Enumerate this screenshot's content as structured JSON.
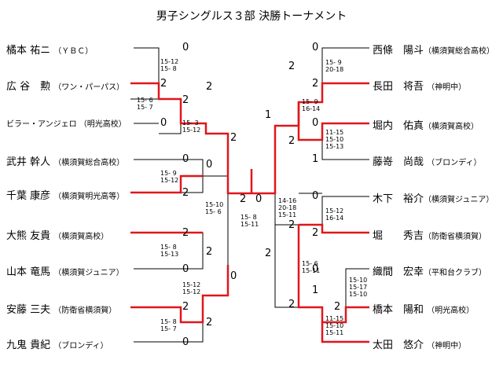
{
  "title": "男子シングルス３部 決勝トーナメント",
  "left_players": [
    {
      "name": "橘本 祐ニ",
      "aff": "（ＹＢＣ）"
    },
    {
      "name": "広 谷　勲",
      "aff": "（ワン・パーパス）"
    },
    {
      "name": "ビラー・アンジェロ",
      "aff": "（明光高校）"
    },
    {
      "name": "武井 幹人",
      "aff": "（横須賀総合高校）"
    },
    {
      "name": "千葉 康彦",
      "aff": "（横須賀明光高等）"
    },
    {
      "name": "大熊 友貴",
      "aff": "（横須賀高校）"
    },
    {
      "name": "山本 竜馬",
      "aff": "（横須賀ジュニア）"
    },
    {
      "name": "安藤 三夫",
      "aff": "（防衛省横須賀）"
    },
    {
      "name": "九鬼 貴紀",
      "aff": "（ブロンディ）"
    }
  ],
  "right_players": [
    {
      "name": "西條　陽斗",
      "aff": "（横須賀総合高校）"
    },
    {
      "name": "長田　将吾",
      "aff": "（神明中）"
    },
    {
      "name": "堀内　佑真",
      "aff": "（横須賀高校）"
    },
    {
      "name": "藤嵜　尚哉",
      "aff": "（ブロンディ）"
    },
    {
      "name": "木下　裕介",
      "aff": "（横須賀ジュニア）"
    },
    {
      "name": "堀　　秀吉",
      "aff": "（防衛省横須賀）"
    },
    {
      "name": "織間　宏幸",
      "aff": "（平和台クラブ）"
    },
    {
      "name": "橋本　陽和",
      "aff": "（明光高校）"
    },
    {
      "name": "太田　悠介",
      "aff": "（神明中）"
    }
  ],
  "scores": {
    "l1a": "0",
    "l1b": "2",
    "l2a": "2",
    "l2b": "0",
    "l3a": "2",
    "l3b": "0",
    "l4a": "0",
    "l4b": "2",
    "l5a": "2",
    "l5b": "0",
    "l6a": "2",
    "l6b": "2",
    "l7a": "0",
    "l7b": "2",
    "l8a": "0",
    "l9a": "2",
    "fl": "2",
    "fr": "0",
    "r1a": "0",
    "r1b": "2",
    "r2a": "2",
    "r2b": "1",
    "r3a": "0",
    "r3b": "2",
    "r4a": "1",
    "r4b": "2",
    "r5a": "0",
    "r5b": "2",
    "r6a": "2",
    "r6b": "0",
    "r7a": "1",
    "r7b": "2",
    "r8a": "2"
  },
  "games": {
    "g_l1": "15-12\n15- 8",
    "g_l2": "15- 6\n15- 7",
    "g_l3": "15- 3\n15-12",
    "g_l4": "15- 9\n15-12",
    "g_l5": "15-10\n15- 6",
    "g_l6": "15- 8\n15-13",
    "g_l7": "15-12\n15-12",
    "g_l8": "15- 8\n15- 7",
    "g_f": "15- 8\n15-11",
    "g_r1": "15- 9\n20-18",
    "g_r2": "15- 9\n16-14",
    "g_r3": "11-15\n15-10\n15-13",
    "g_r4": "14-16\n20-18\n15-11",
    "g_r5": "15-12\n16-14",
    "g_r6": "15- 6\n15-11",
    "g_r7": "15-10\n15-17\n15-10",
    "g_r8": "11-15\n15-10\n15-11"
  }
}
